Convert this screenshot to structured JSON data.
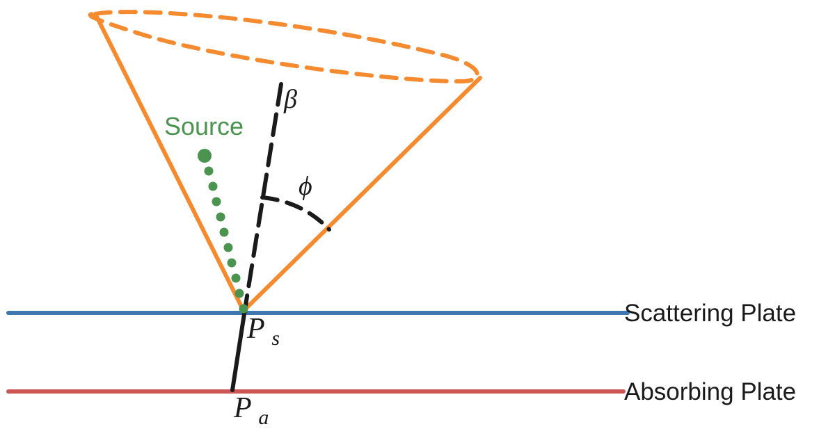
{
  "labels": {
    "source": "Source",
    "beta": "β",
    "phi": "ϕ",
    "ps_main": "P",
    "ps_sub": "s",
    "pa_main": "P",
    "pa_sub": "a",
    "scattering_plate": "Scattering Plate",
    "absorbing_plate": "Absorbing Plate"
  },
  "colors": {
    "cone": "#f58a2f",
    "source": "#4a944f",
    "axis": "#1a1a1a",
    "scattering_plate": "#3e78b2",
    "absorbing_plate": "#cc5656",
    "plate_text": "#1a1a1a"
  }
}
